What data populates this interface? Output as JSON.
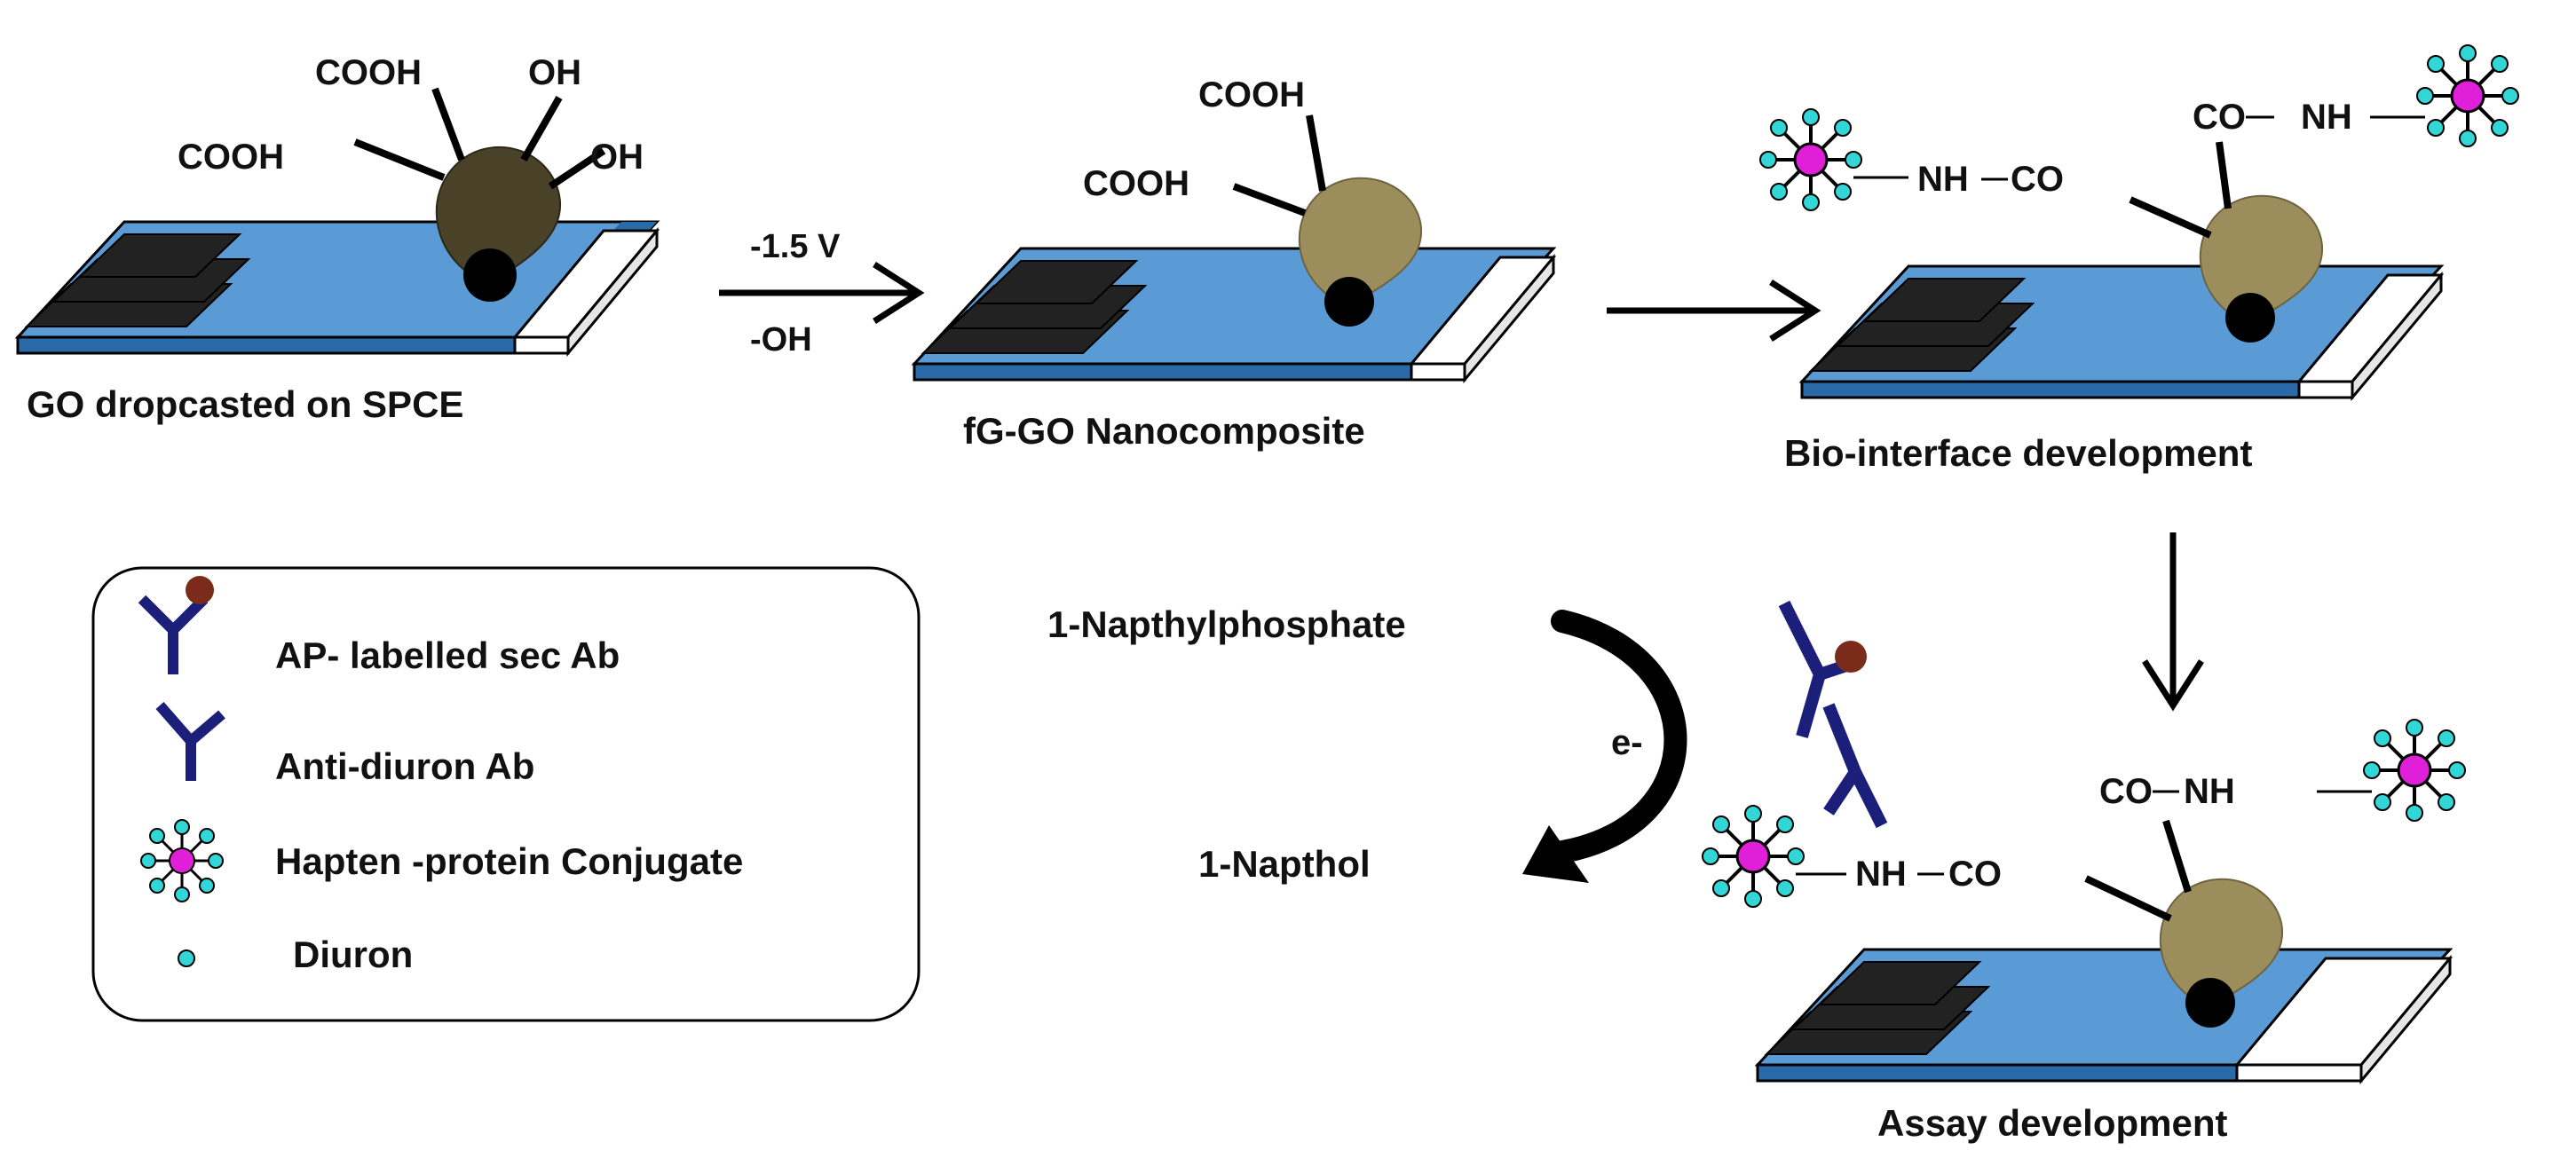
{
  "panels": {
    "go": {
      "caption": "GO dropcasted on SPCE",
      "groups": [
        "COOH",
        "COOH",
        "OH",
        "OH"
      ],
      "drop_color": "#4a4129"
    },
    "fg": {
      "caption": "fG-GO Nanocomposite",
      "groups": [
        "COOH",
        "COOH"
      ],
      "drop_color": "#9b8e5c"
    },
    "bio": {
      "caption": "Bio-interface development",
      "left_link": [
        "NH",
        "CO"
      ],
      "right_link": [
        "CO",
        "NH"
      ]
    },
    "assay": {
      "caption": "Assay development",
      "left_link": [
        "NH",
        "CO"
      ],
      "right_link": [
        "CO",
        "NH"
      ]
    }
  },
  "arrows": {
    "step1_top": "-1.5 V",
    "step1_bottom": "-OH"
  },
  "reaction": {
    "substrate": "1-Napthylphosphate",
    "product": "1-Napthol",
    "electron": "e-"
  },
  "legend": {
    "items": [
      {
        "icon": "ap-labelled-antibody-icon",
        "label": "AP- labelled  sec Ab"
      },
      {
        "icon": "antibody-icon",
        "label": "Anti-diuron  Ab"
      },
      {
        "icon": "hapten-conjugate-icon",
        "label": "Hapten -protein Conjugate"
      },
      {
        "icon": "diuron-icon",
        "label": "Diuron"
      }
    ]
  },
  "colors": {
    "electrode_blue": "#5b9bd5",
    "electrode_dark": "#2a6aa8",
    "antibody": "#1b1f7a",
    "enzyme": "#7a2b1a",
    "conjugate_core": "#e020d8",
    "diuron": "#33d6d6"
  }
}
